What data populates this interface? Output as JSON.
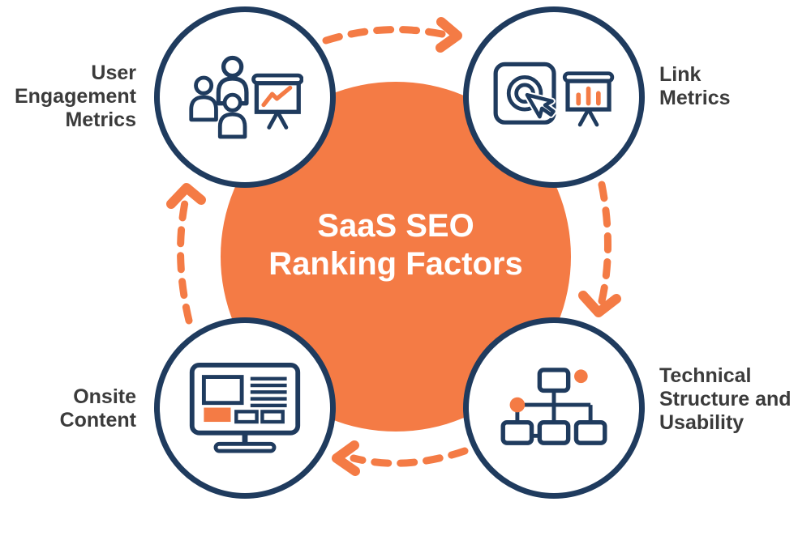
{
  "diagram": {
    "title": "SaaS SEO\nRanking Factors",
    "flow_direction": "clockwise"
  },
  "colors": {
    "accent_orange": "#F47B45",
    "navy": "#1F3B5E",
    "label_text": "#3B3B3B",
    "title_text": "#FFFFFF"
  },
  "nodes": [
    {
      "id": "user-engagement-metrics",
      "label": "User\nEngagement\nMetrics",
      "icon": "people-presentation-icon",
      "position": "top-left"
    },
    {
      "id": "link-metrics",
      "label": "Link\nMetrics",
      "icon": "click-target-chart-icon",
      "position": "top-right"
    },
    {
      "id": "technical-structure-usability",
      "label": "Technical\nStructure and\nUsability",
      "icon": "sitemap-icon",
      "position": "bottom-right"
    },
    {
      "id": "onsite-content",
      "label": "Onsite\nContent",
      "icon": "monitor-content-icon",
      "position": "bottom-left"
    }
  ]
}
